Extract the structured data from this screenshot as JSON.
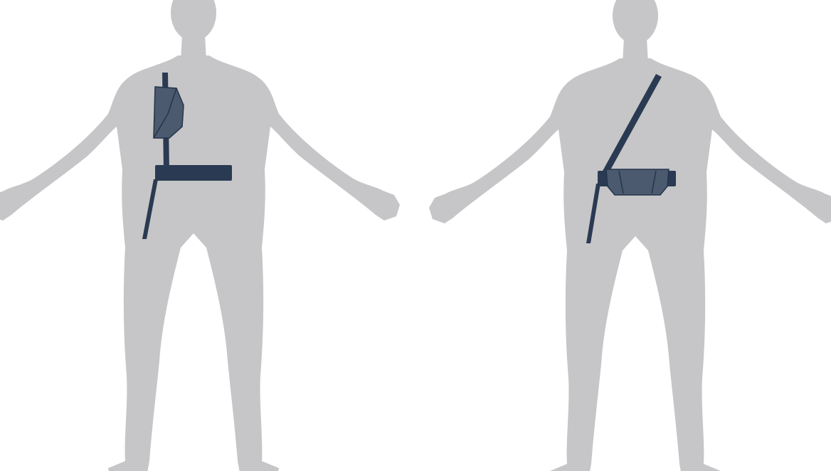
{
  "colors": {
    "background": "#ffffff",
    "body": "#c6c6c8",
    "strap": "#2a3a52",
    "pouch": "#4b5a6e",
    "pouch_edge": "#24344a"
  },
  "figures": [
    {
      "view": "front",
      "carry": "shoulder-pouch-and-belt"
    },
    {
      "view": "back",
      "carry": "cross-body-strap-and-belt-pouch"
    }
  ]
}
